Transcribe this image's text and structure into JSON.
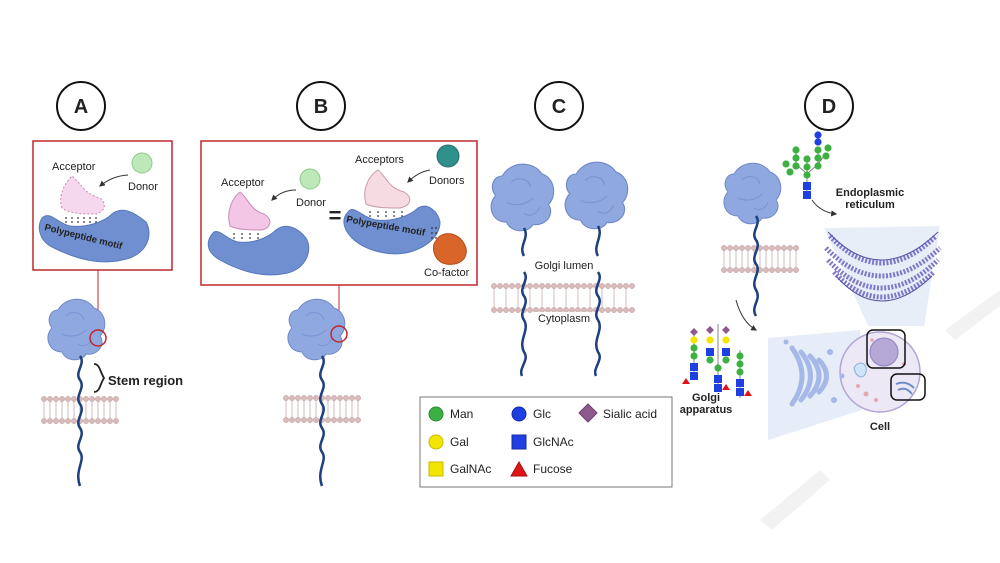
{
  "panels": {
    "a": {
      "letter": "A",
      "acceptor": "Acceptor",
      "donor": "Donor",
      "motif": "Polypeptide motif",
      "stem": "Stem region"
    },
    "b": {
      "letter": "B",
      "acceptor": "Acceptor",
      "donor": "Donor",
      "equals": "=",
      "acceptors": "Acceptors",
      "donors": "Donors",
      "motif": "Polypeptide motif",
      "cofactor": "Co-factor"
    },
    "c": {
      "letter": "C",
      "lumen": "Golgi lumen",
      "cytoplasm": "Cytoplasm"
    },
    "d": {
      "letter": "D",
      "er": [
        "Endoplasmic",
        "reticulum"
      ],
      "golgi": [
        "Golgi",
        "apparatus"
      ],
      "cell": "Cell"
    }
  },
  "legend": [
    {
      "label": "Man",
      "shape": "circle",
      "color": "#3cb043"
    },
    {
      "label": "Glc",
      "shape": "circle",
      "color": "#1f3fe0"
    },
    {
      "label": "Sialic acid",
      "shape": "diamond",
      "color": "#8e5a8e"
    },
    {
      "label": "Gal",
      "shape": "circle",
      "color": "#f2e600"
    },
    {
      "label": "GlcNAc",
      "shape": "square",
      "color": "#1f3fe0"
    },
    {
      "label": "GalNAc",
      "shape": "square",
      "color": "#f2e600"
    },
    {
      "label": "Fucose",
      "shape": "triangle",
      "color": "#e01414"
    }
  ],
  "colors": {
    "protein": "#8fa8e0",
    "motif": "#6f8fd0",
    "stem": "#1e3f80",
    "membrane": "#c8a4a4",
    "box_border": "#c0282b",
    "acceptor": "#f2c6e4",
    "donor": "#bde8b8",
    "donors_teal": "#2f8f8a",
    "cofactor": "#d9652a",
    "er": "#7f78c8",
    "golgi": "#a6b8e8",
    "cell": "#cfc6e8"
  }
}
